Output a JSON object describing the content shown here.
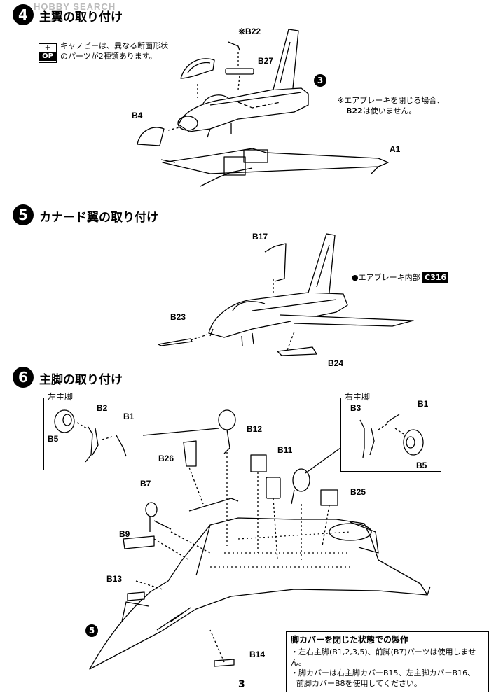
{
  "brand": "HOBBY SEARCH",
  "page_number": "3",
  "step4": {
    "number": "4",
    "title": "主翼の取り付け",
    "op_icon": {
      "top": "+",
      "bottom": "OP"
    },
    "op_note_line1": "キャノピーは、異なる断面形状",
    "op_note_line2": "のパーツが2種類あります。",
    "airbrake_note_line1": "※エアブレーキを閉じる場合、",
    "airbrake_note_part": "B22",
    "airbrake_note_line2": "は使いません。",
    "ref_step": "3",
    "parts": {
      "b22": "※B22",
      "b27": "B27",
      "b4": "B4",
      "a1": "A1"
    }
  },
  "step5": {
    "number": "5",
    "title": "カナード翼の取り付け",
    "paint_note": "●エアブレーキ内部",
    "paint_code": "C316",
    "parts": {
      "b17": "B17",
      "b23": "B23",
      "b24": "B24"
    }
  },
  "step6": {
    "number": "6",
    "title": "主脚の取り付け",
    "ref_step": "5",
    "left_gear": {
      "title": "左主脚",
      "b2": "B2",
      "b1": "B1",
      "b5": "B5"
    },
    "right_gear": {
      "title": "右主脚",
      "b3": "B3",
      "b1": "B1",
      "b5": "B5"
    },
    "parts": {
      "b12": "B12",
      "b11": "B11",
      "b26": "B26",
      "b7": "B7",
      "b25": "B25",
      "b9": "B9",
      "b13": "B13",
      "b14": "B14"
    },
    "closed_box": {
      "title": "脚カバーを閉じた状態での製作",
      "line1": "・左右主脚(B1,2,3,5)、前脚(B7)パーツは使用しません。",
      "line2": "・脚カバーは右主脚カバーB15、左主脚カバーB16、",
      "line3": "前脚カバーB8を使用してください。"
    }
  }
}
